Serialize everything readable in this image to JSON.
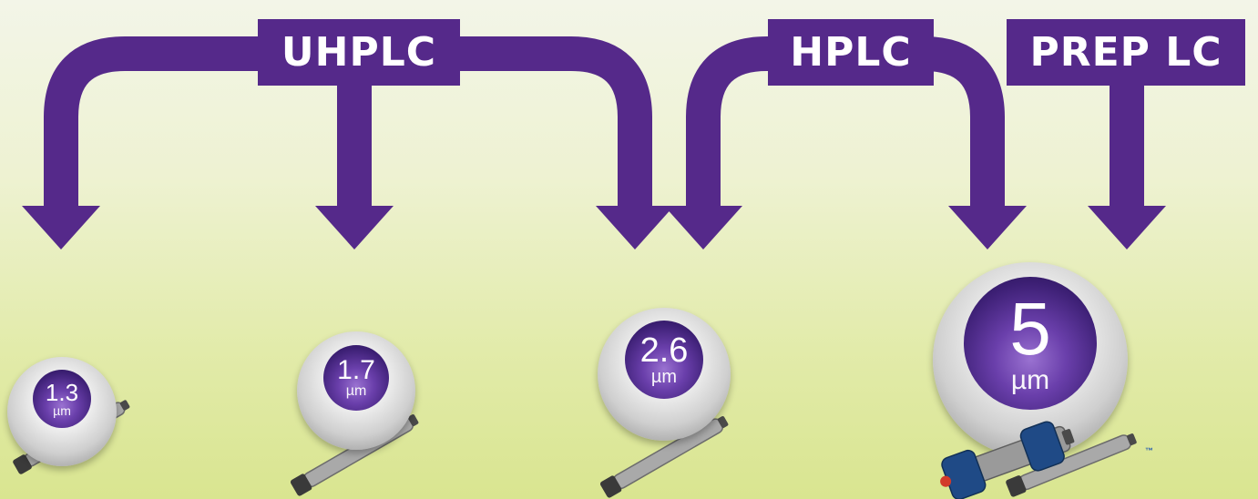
{
  "labels": {
    "uhplc": "UHPLC",
    "hplc": "HPLC",
    "prep": "PREP LC"
  },
  "particles": [
    {
      "value": "1.3",
      "unit": "µm"
    },
    {
      "value": "1.7",
      "unit": "µm"
    },
    {
      "value": "2.6",
      "unit": "µm"
    },
    {
      "value": "5",
      "unit": "µm"
    }
  ],
  "trademark": "™",
  "colors": {
    "arrow": "#55298a",
    "background": "#e8eebe"
  }
}
